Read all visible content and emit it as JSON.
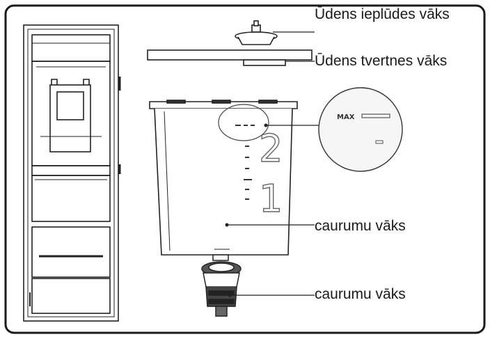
{
  "labels": {
    "water_inlet_lid": "Ūdens ieplūdes vāks",
    "water_tank_lid": "Ūdens tvertnes vāks",
    "hole_cover_1": "caurumu vāks",
    "hole_cover_2": "caurumu vāks"
  },
  "tank_scale": {
    "max_label": "MAX",
    "level_2": "2",
    "level_1": "1"
  },
  "colors": {
    "line": "#222222",
    "frame": "#1a1a1a",
    "circle_fill": "#f6f6f6"
  }
}
